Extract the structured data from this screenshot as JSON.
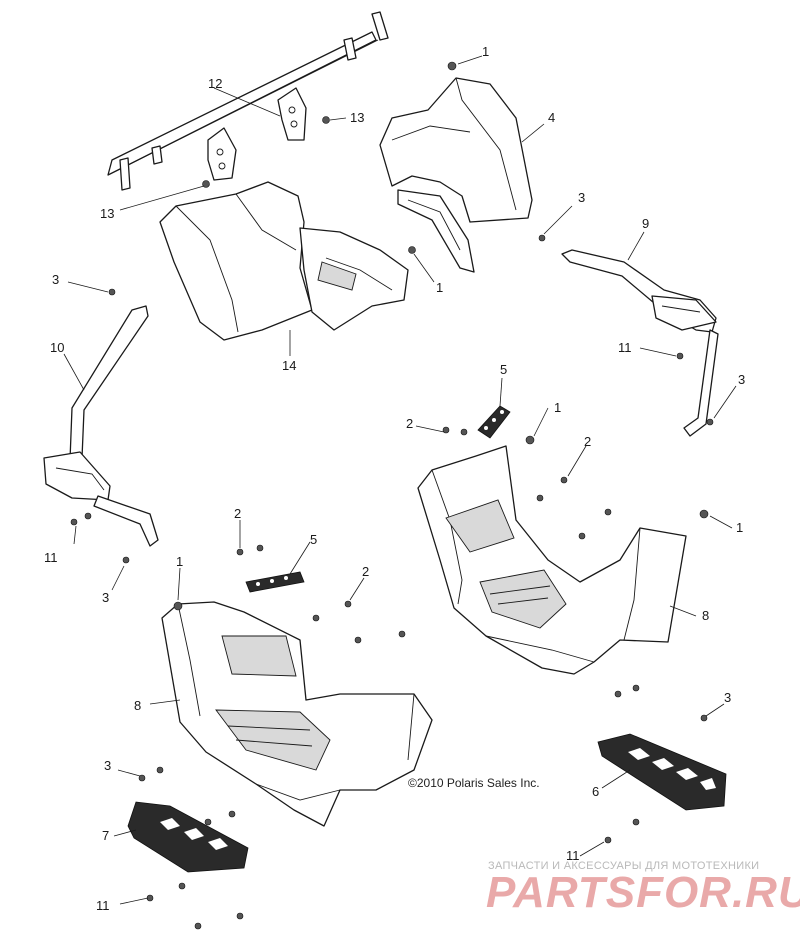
{
  "callouts": {
    "c1a": "1",
    "c1b": "1",
    "c1c": "1",
    "c1d": "1",
    "c1e": "1",
    "c2a": "2",
    "c2b": "2",
    "c2c": "2",
    "c2d": "2",
    "c3a": "3",
    "c3b": "3",
    "c3c": "3",
    "c3d": "3",
    "c3e": "3",
    "c3f": "3",
    "c4": "4",
    "c5a": "5",
    "c5b": "5",
    "c6": "6",
    "c7": "7",
    "c8a": "8",
    "c8b": "8",
    "c9": "9",
    "c10": "10",
    "c11a": "11",
    "c11b": "11",
    "c11c": "11",
    "c11d": "11",
    "c12": "12",
    "c13a": "13",
    "c13b": "13",
    "c14": "14"
  },
  "copyright": "©2010 Polaris Sales Inc.",
  "watermark": {
    "tagline": "ЗАПЧАСТИ И АКСЕССУАРЫ ДЛЯ МОТОТЕХНИКИ",
    "logo": "PARTSFOR.RU"
  },
  "colors": {
    "line": "#1a1a1a",
    "watermark": "#e9a9a9"
  }
}
